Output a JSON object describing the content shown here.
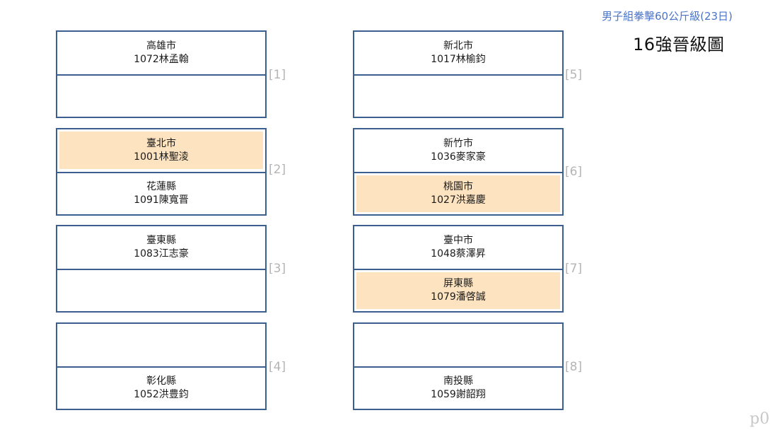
{
  "header": {
    "subtitle": "男子組拳擊60公斤級(23日)",
    "title": "16強晉級圖"
  },
  "matches": [
    {
      "number": "[1]",
      "top": {
        "county": "高雄市",
        "athlete": "1072林孟翰",
        "winner": false
      },
      "bottom": {
        "county": "",
        "athlete": "",
        "winner": false
      }
    },
    {
      "number": "[2]",
      "top": {
        "county": "臺北市",
        "athlete": "1001林聖淩",
        "winner": true
      },
      "bottom": {
        "county": "花蓮縣",
        "athlete": "1091陳寬晋",
        "winner": false
      }
    },
    {
      "number": "[3]",
      "top": {
        "county": "臺東縣",
        "athlete": "1083江志豪",
        "winner": false
      },
      "bottom": {
        "county": "",
        "athlete": "",
        "winner": false
      }
    },
    {
      "number": "[4]",
      "top": {
        "county": "",
        "athlete": "",
        "winner": false
      },
      "bottom": {
        "county": "彰化縣",
        "athlete": "1052洪豊鈞",
        "winner": false
      }
    },
    {
      "number": "[5]",
      "top": {
        "county": "新北市",
        "athlete": "1017林榆鈞",
        "winner": false
      },
      "bottom": {
        "county": "",
        "athlete": "",
        "winner": false
      }
    },
    {
      "number": "[6]",
      "top": {
        "county": "新竹市",
        "athlete": "1036麥家豪",
        "winner": false
      },
      "bottom": {
        "county": "桃園市",
        "athlete": "1027洪嘉慶",
        "winner": true
      }
    },
    {
      "number": "[7]",
      "top": {
        "county": "臺中市",
        "athlete": "1048蔡澤昇",
        "winner": false
      },
      "bottom": {
        "county": "屏東縣",
        "athlete": "1079潘啓誠",
        "winner": true
      }
    },
    {
      "number": "[8]",
      "top": {
        "county": "",
        "athlete": "",
        "winner": false
      },
      "bottom": {
        "county": "南投縣",
        "athlete": "1059謝韶翔",
        "winner": false
      }
    }
  ],
  "footer": {
    "page": "p0"
  },
  "colors": {
    "border": "#3b5f8e",
    "winner_fill": "#fde3c0",
    "subtitle": "#4a74c9",
    "match_number": "#b5b5b5"
  }
}
